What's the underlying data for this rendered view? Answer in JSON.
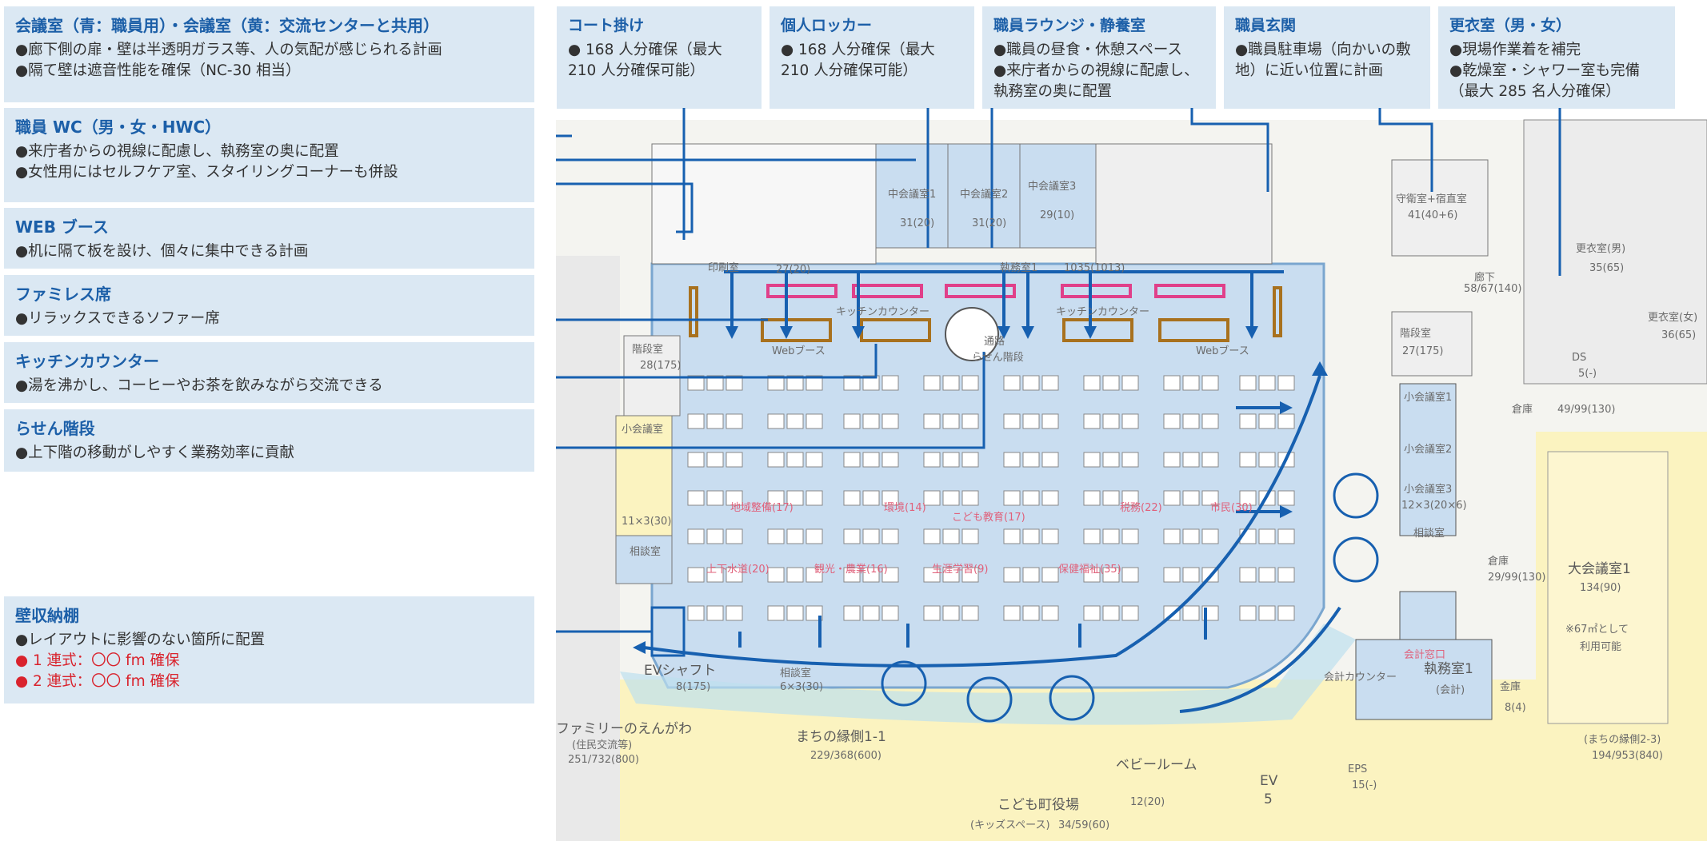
{
  "callouts_left": [
    {
      "title": "会議室（青：職員用）・会議室（黄：交流センターと共用）",
      "lines": [
        "●廊下側の扉・壁は半透明ガラス等、人の気配が感じられる計画",
        "●隔て壁は遮音性能を確保（NC-30 相当）"
      ]
    },
    {
      "title": "職員 WC（男・女・HWC）",
      "lines": [
        "●来庁者からの視線に配慮し、執務室の奥に配置",
        "●女性用にはセルフケア室、スタイリングコーナーも併設"
      ]
    },
    {
      "title": "WEB ブース",
      "lines": [
        "●机に隔て板を設け、個々に集中できる計画"
      ]
    },
    {
      "title": "ファミレス席",
      "lines": [
        "●リラックスできるソファー席"
      ]
    },
    {
      "title": "キッチンカウンター",
      "lines": [
        "●湯を沸かし、コーヒーやお茶を飲みながら交流できる"
      ]
    },
    {
      "title": "らせん階段",
      "lines": [
        "●上下階の移動がしやすく業務効率に貢献"
      ]
    },
    {
      "title": "壁収納棚",
      "lines": [
        "●レイアウトに影響のない箇所に配置"
      ],
      "red_lines": [
        "● 1 連式：〇〇 fm 確保",
        "● 2 連式：〇〇 fm 確保"
      ]
    }
  ],
  "callouts_top": [
    {
      "title": "コート掛け",
      "lines": [
        "● 168 人分確保（最大 210 人分確保可能）"
      ]
    },
    {
      "title": "個人ロッカー",
      "lines": [
        "● 168 人分確保（最大 210 人分確保可能）"
      ]
    },
    {
      "title": "職員ラウンジ・静養室",
      "lines": [
        "●職員の昼食・休憩スペース",
        "●来庁者からの視線に配慮し、執務室の奥に配置"
      ]
    },
    {
      "title": "職員玄関",
      "lines": [
        "●職員駐車場（向かいの敷地）に近い位置に計画"
      ]
    },
    {
      "title": "更衣室（男・女）",
      "lines": [
        "●現場作業着を補完",
        "●乾燥室・シャワー室も完備（最大 285 名人分確保）"
      ]
    }
  ],
  "plan_labels": {
    "kaigi1": "中会議室1",
    "kaigi1_n": "31(20)",
    "kaigi2": "中会議室2",
    "kaigi2_n": "31(20)",
    "kaigi3": "中会議室3",
    "kaigi3_n": "29(10)",
    "insatsu": "印刷室",
    "insatsu_n": "27(20)",
    "shitsumu": "執務室1",
    "shitsumu_n": "1035(1013)",
    "kitchen_a": "キッチンカウンター",
    "kitchen_b": "キッチンカウンター",
    "web_a": "Webブース",
    "web_b": "Webブース",
    "rasen": "らせん階段",
    "tsuko": "通路",
    "kaidan_l": "階段室",
    "kaidan_l_n": "28(175)",
    "kaidan_r": "階段室",
    "kaidan_r_n": "27(175)",
    "shoukaigi_l": "小会議室",
    "shoukaigi_l_n": "11×3(30)",
    "soudan_l": "相談室",
    "shoukaigi_r1": "小会議室1",
    "shoukaigi_r2": "小会議室2",
    "shoukaigi_r3": "小会議室3",
    "shoukaigi_r_n": "12×3(20×6)",
    "soudan_r": "相談室",
    "souko1": "倉庫",
    "souko1_n": "49/99(130)",
    "souko2": "倉庫",
    "souko2_n": "29/99(130)",
    "shuei": "守衛室+宿直室",
    "shuei_n": "41(40+6)",
    "rouka": "廊下",
    "rouka_n": "58/67(140)",
    "kouishitsu_m": "更衣室(男)",
    "kouishitsu_m_n": "35(65)",
    "kouishitsu_f": "更衣室(女)",
    "kouishitsu_f_n": "36(65)",
    "ds": "DS",
    "ds_n": "5(-)",
    "daikaigi": "大会議室1",
    "daikaigi_n": "134(90)",
    "riyou1": "※67㎡として",
    "riyou2": "利用可能",
    "ev_shaft": "EVシャフト",
    "ev_shaft_n": "8(175)",
    "soudan_b": "相談室",
    "soudan_b_n": "6×3(30)",
    "kaikei": "会計窓口",
    "shitsumu2": "執務室1",
    "shitsumu2_n": "(会計)",
    "kinko": "金庫",
    "kinko_n": "8(4)",
    "kaikei_counter": "会計カウンター",
    "engawa_l": "ファミリーのえんがわ",
    "engawa_l_sub": "(住民交流等)",
    "engawa_l_n": "251/732(800)",
    "engawa_c": "まちの縁側1-1",
    "engawa_c_n": "229/368(600)",
    "engawa_r": "(まちの縁側2-3)",
    "engawa_r_n": "194/953(840)",
    "baby": "ベビールーム",
    "baby_n": "12(20)",
    "ev": "EV",
    "ev_num": "5",
    "eps": "EPS",
    "eps_n": "15(-)",
    "kodomo": "こども町役場",
    "kodomo_sub": "(キッズスペース)",
    "kodomo_n": "34/59(60)",
    "dept_jouge": "上下水道(20)",
    "dept_kankou": "観光・農業(16)",
    "dept_shougai": "生涯学習(9)",
    "dept_hoken": "保健福祉(35)",
    "dept_chiiki": "地域整備(17)",
    "dept_kankyo": "環境(14)",
    "dept_kodomo": "こども教育(17)",
    "dept_zeimu": "税務(22)",
    "dept_shimin": "市民(30)"
  },
  "colors": {
    "callout_bg": "#dbe8f3",
    "title": "#1c5fa8",
    "leader": "#1760b0",
    "arrow": "#1760b0",
    "office": "#c9ddf0",
    "kitchen": "#e0408a",
    "web": "#a8711e",
    "yellow": "#fbf3c0"
  }
}
